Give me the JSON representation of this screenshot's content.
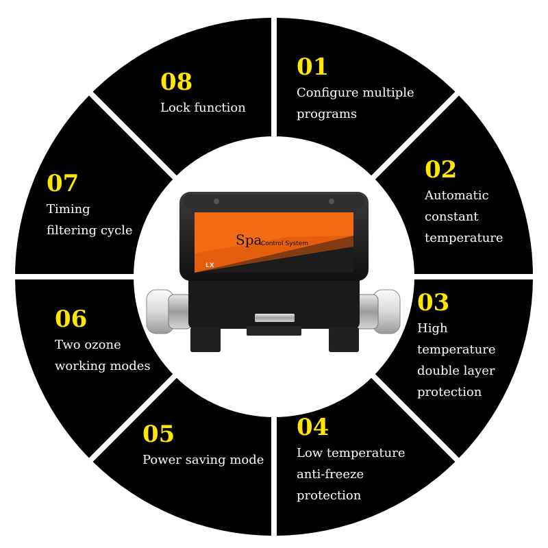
{
  "colors": {
    "segment_fill": "#000000",
    "number_color": "#ffe600",
    "label_color": "#ffffff",
    "center_fill": "#ffffff",
    "brand_orange": "#f26a12"
  },
  "product": {
    "brand_word": "Spa",
    "subtitle": "Control System",
    "logo": "LX"
  },
  "segments": [
    {
      "number": "01",
      "label": "Configure multiple\nprograms"
    },
    {
      "number": "02",
      "label": "Automatic\nconstant\ntemperature"
    },
    {
      "number": "03",
      "label": "High\ntemperature\ndouble layer\nprotection"
    },
    {
      "number": "04",
      "label": "Low temperature\nanti-freeze\nprotection"
    },
    {
      "number": "05",
      "label": "Power saving mode"
    },
    {
      "number": "06",
      "label": "Two ozone\nworking modes"
    },
    {
      "number": "07",
      "label": "Timing\nfiltering cycle"
    },
    {
      "number": "08",
      "label": "Lock function"
    }
  ]
}
